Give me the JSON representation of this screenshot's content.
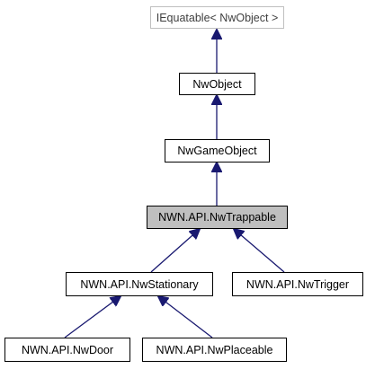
{
  "diagram": {
    "nodes": {
      "iequatable": "IEquatable< NwObject >",
      "nwobject": "NwObject",
      "nwgameobject": "NwGameObject",
      "nwtrappable": "NWN.API.NwTrappable",
      "nwstationary": "NWN.API.NwStationary",
      "nwtrigger": "NWN.API.NwTrigger",
      "nwdoor": "NWN.API.NwDoor",
      "nwplaceable": "NWN.API.NwPlaceable"
    },
    "edges": [
      {
        "from": "nwobject",
        "to": "iequatable"
      },
      {
        "from": "nwgameobject",
        "to": "nwobject"
      },
      {
        "from": "nwtrappable",
        "to": "nwgameobject"
      },
      {
        "from": "nwstationary",
        "to": "nwtrappable"
      },
      {
        "from": "nwtrigger",
        "to": "nwtrappable"
      },
      {
        "from": "nwdoor",
        "to": "nwstationary"
      },
      {
        "from": "nwplaceable",
        "to": "nwstationary"
      }
    ],
    "colors": {
      "edge": "#191970",
      "current_fill": "#bfbfbf",
      "external_border": "#bfbfbf"
    }
  }
}
